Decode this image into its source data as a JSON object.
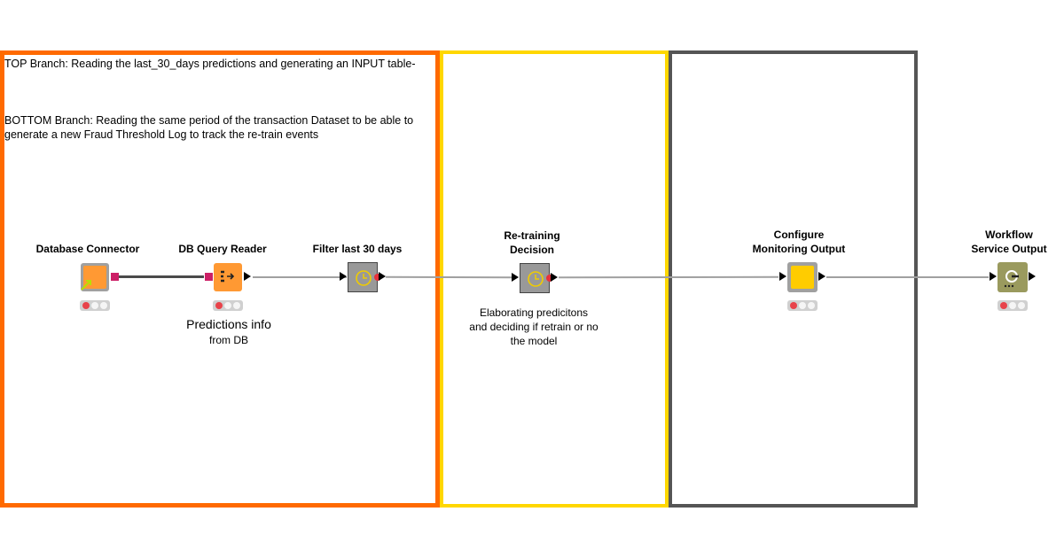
{
  "annotations": [
    {
      "id": "orange-box",
      "color": "#ff6a00",
      "text_top": "TOP Branch: Reading the last_30_days predictions and generating an INPUT table-",
      "text_bottom": "BOTTOM Branch: Reading the same period of the transaction Dataset to be able to generate a new Fraud Threshold Log to track the re-train events"
    },
    {
      "id": "yellow-box",
      "color": "#ffd700"
    },
    {
      "id": "gray-box",
      "color": "#555555"
    }
  ],
  "nodes": [
    {
      "id": "database-connector",
      "label": "Database Connector",
      "color": "#ff9933",
      "status": "red"
    },
    {
      "id": "db-query-reader",
      "label": "DB Query Reader",
      "color": "#ff9933",
      "status": "red",
      "description_line1": "Predictions  info",
      "description_line2": "from DB"
    },
    {
      "id": "filter-last-30-days",
      "label": "Filter last 30 days",
      "color": "#999999",
      "type": "metanode-clock"
    },
    {
      "id": "re-training-decision",
      "label_line1": "Re-training",
      "label_line2": "Decision",
      "color": "#999999",
      "type": "metanode-clock",
      "description_line1": "Elaborating predicitons",
      "description_line2": "and deciding if retrain or no",
      "description_line3": "the model"
    },
    {
      "id": "configure-monitoring-output",
      "label_line1": "Configure",
      "label_line2": "Monitoring Output",
      "color": "#ffcc00",
      "status": "red"
    },
    {
      "id": "workflow-service-output",
      "label_line1": "Workflow",
      "label_line2": "Service Output",
      "color": "#9a9a5e",
      "status": "red"
    }
  ],
  "connections": [
    {
      "from": "database-connector",
      "to": "db-query-reader",
      "type": "db"
    },
    {
      "from": "db-query-reader",
      "to": "filter-last-30-days",
      "type": "data"
    },
    {
      "from": "filter-last-30-days",
      "to": "re-training-decision",
      "type": "data"
    },
    {
      "from": "re-training-decision",
      "to": "configure-monitoring-output",
      "type": "data"
    },
    {
      "from": "configure-monitoring-output",
      "to": "workflow-service-output",
      "type": "data"
    }
  ]
}
